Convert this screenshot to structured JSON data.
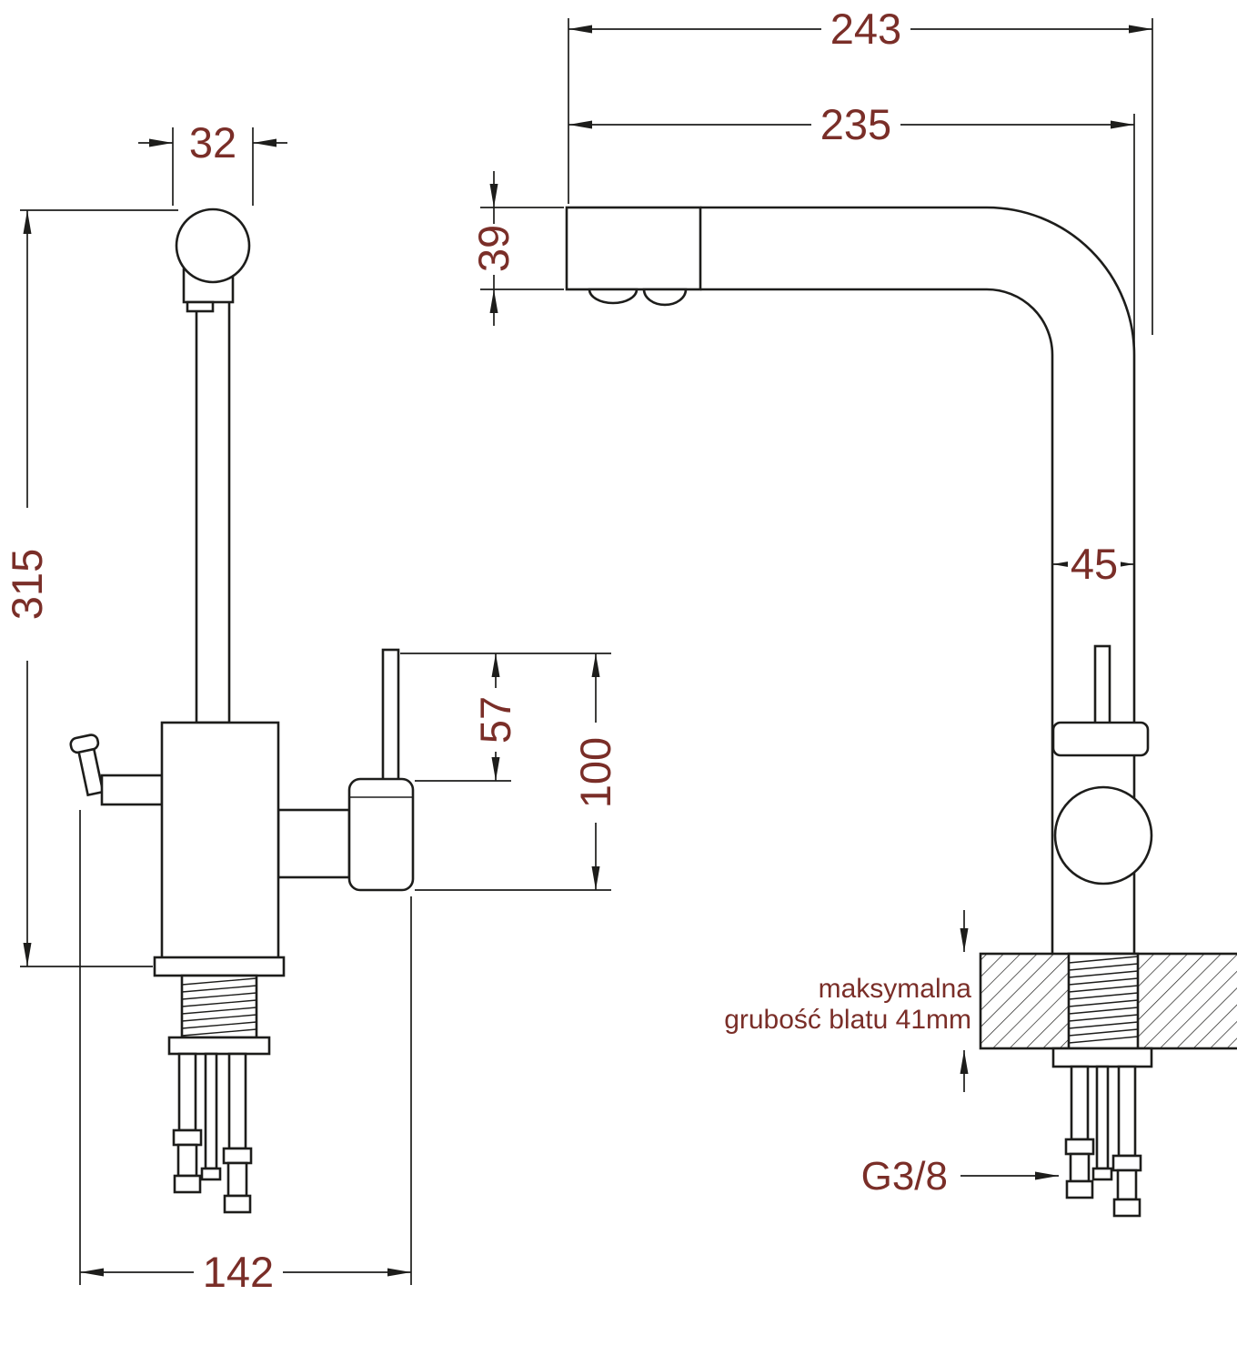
{
  "colors": {
    "line": "#1d1d1b",
    "dimension_text": "#7a2e28",
    "background": "#ffffff"
  },
  "dimensions": {
    "d243": "243",
    "d235": "235",
    "d39": "39",
    "d32": "32",
    "d315": "315",
    "d45": "45",
    "d57": "57",
    "d100": "100",
    "d142": "142"
  },
  "labels": {
    "thread": "G3/8",
    "note_line1": "maksymalna",
    "note_line2": "grubość blatu 41mm"
  }
}
